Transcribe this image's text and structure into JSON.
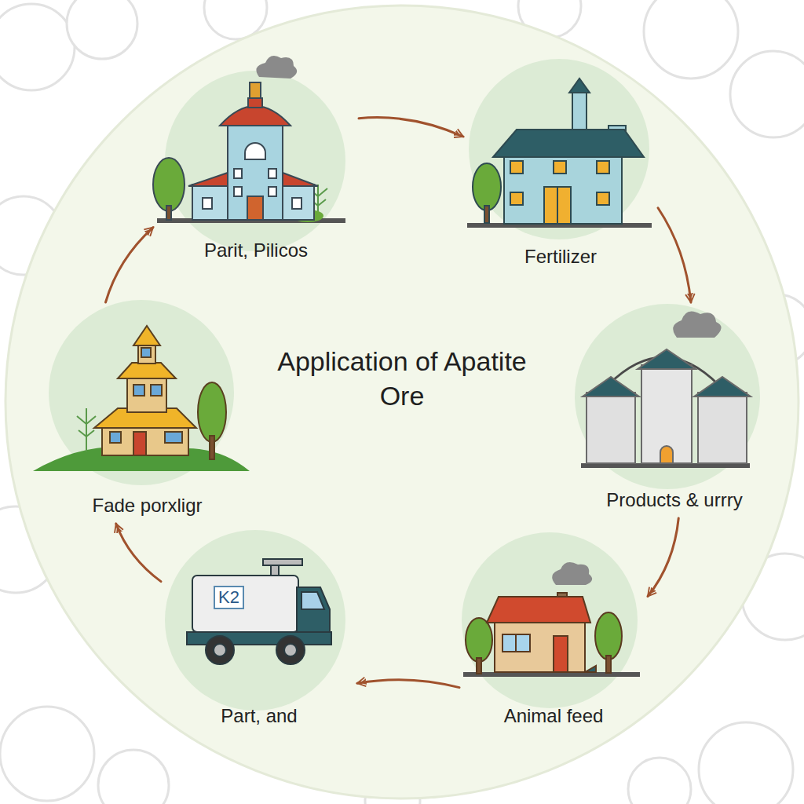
{
  "diagram": {
    "title": "Application of Apatite Ore",
    "nodes": [
      {
        "text": [
          "Parit, Pilicos"
        ]
      },
      {
        "text": [
          "Fertilizer"
        ]
      },
      {
        "text": [
          "Fade porxligr"
        ]
      },
      {
        "text": [
          "Products & urrry"
        ]
      },
      {
        "text": [
          "Part, and"
        ]
      },
      {
        "text": [
          "Animal feed"
        ]
      }
    ],
    "edges": [
      {
        "from": 0,
        "to": 1,
        "arrow": "to"
      },
      {
        "from": 1,
        "to": 3,
        "arrow": "to"
      },
      {
        "from": 3,
        "to": 5,
        "arrow": "to"
      },
      {
        "from": 5,
        "to": 4,
        "arrow": "to"
      },
      {
        "from": 4,
        "to": 2,
        "arrow": "to"
      },
      {
        "from": 2,
        "to": 0,
        "arrow": "to"
      }
    ],
    "labels": [
      "K2"
    ]
  }
}
